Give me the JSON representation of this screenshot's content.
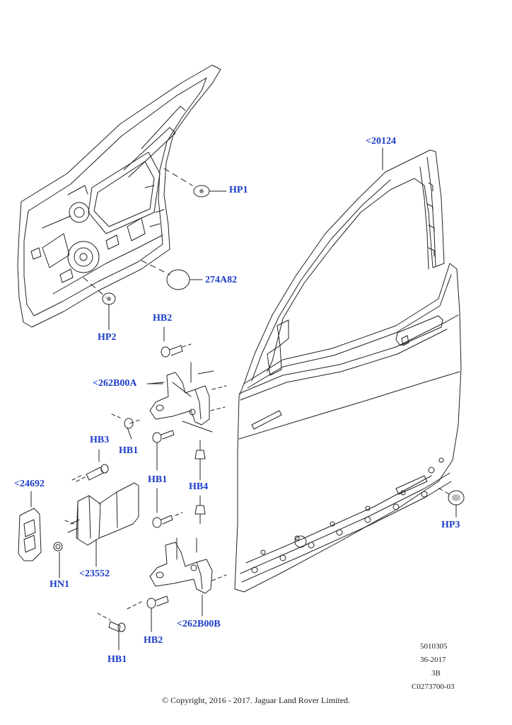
{
  "callouts": {
    "hp1": "HP1",
    "s274a82": "274A82",
    "hp2": "HP2",
    "hb2_top": "HB2",
    "p262b00a": "<262B00A",
    "hb3": "HB3",
    "hb1_a": "HB1",
    "hb1_b": "HB1",
    "hb4": "HB4",
    "p24692": "<24692",
    "p23552": "<23552",
    "hn1": "HN1",
    "hb2_bottom": "HB2",
    "p262b00b": "<262B00B",
    "hb1_bottom": "HB1",
    "p20124": "<20124",
    "hp3": "HP3"
  },
  "meta": {
    "line1": "5010305",
    "line2": "36-2017",
    "line3": "3B",
    "line4": "C0273700-03"
  },
  "copyright": "© Copyright, 2016 - 2017. Jaguar Land Rover Limited.",
  "colors": {
    "callout_text": "#1c3cc8",
    "line_art": "#222222"
  }
}
